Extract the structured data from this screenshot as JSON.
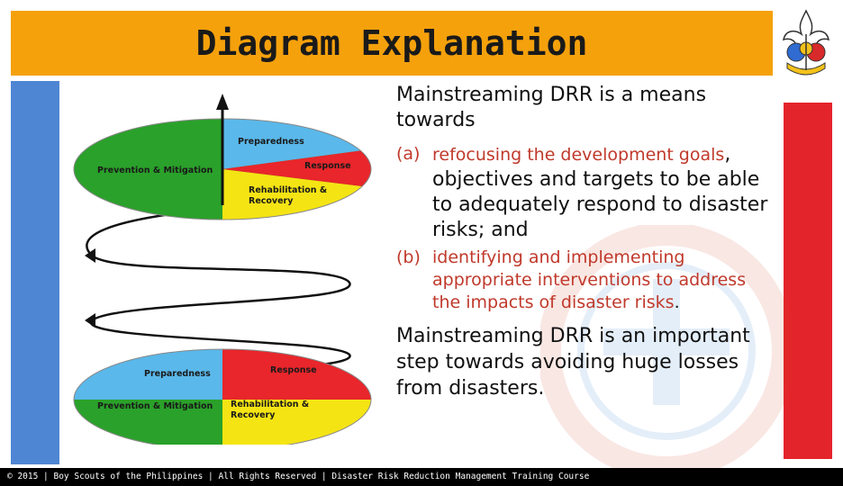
{
  "header": {
    "title": "Diagram Explanation"
  },
  "diagram": {
    "top_disk": {
      "preparedness": "Preparedness",
      "prevention": "Prevention & Mitigation",
      "response": "Response",
      "rehab_line1": "Rehabilitation &",
      "rehab_line2": "Recovery"
    },
    "bottom_disk": {
      "preparedness": "Preparedness",
      "prevention": "Prevention & Mitigation",
      "response": "Response",
      "rehab_line1": "Rehabilitation &",
      "rehab_line2": "Recovery"
    }
  },
  "content": {
    "intro": "Mainstreaming DRR is a means towards",
    "item_a": {
      "marker": "(a)",
      "text_red": "refocusing the development goals",
      "text_black": ", objectives and targets to be able to adequately respond to disaster risks; and"
    },
    "item_b": {
      "marker": "(b)",
      "text_red": "identifying and implementing appropriate interventions to address the impacts of disaster risks",
      "text_end": "."
    },
    "conclusion": "Mainstreaming DRR is an important step towards avoiding huge losses from disasters."
  },
  "footer": {
    "text": "© 2015 | Boy Scouts of the Philippines | All Rights Reserved | Disaster Risk Reduction Management Training Course"
  },
  "colors": {
    "title_bar": "#f5a10c",
    "left_bar": "#4f86d3",
    "right_bar": "#e4242b",
    "green": "#2aa12a",
    "blue": "#5ab8ea",
    "red": "#e8262b",
    "yellow": "#f5e414",
    "highlight_text": "#c0392b"
  }
}
